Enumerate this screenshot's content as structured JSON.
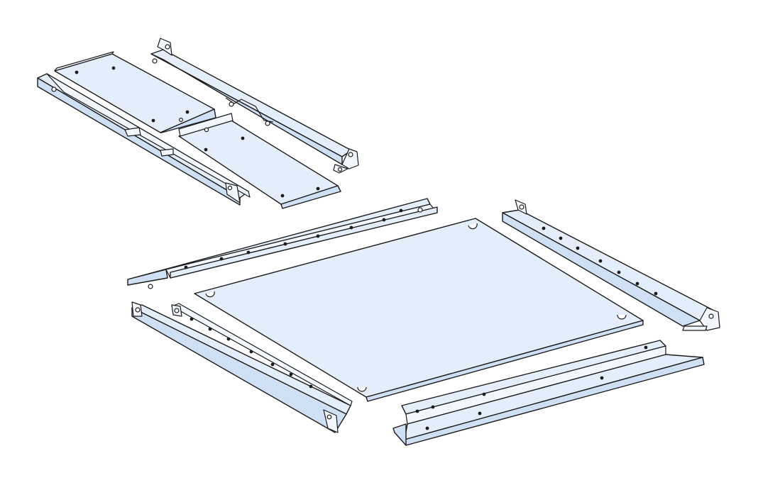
{
  "figure": {
    "background": "#ffffff",
    "part_fill": "#e4eefb",
    "part_shade": "#cfdff4",
    "outline": "#1c1c1c"
  },
  "components": [
    "upper-bracket-plate",
    "upper-long-rail",
    "upper-left-angle-rail",
    "upper-front-plate",
    "main-plate",
    "rear-left-rail",
    "right-rail",
    "front-left-rail",
    "front-right-rail"
  ]
}
